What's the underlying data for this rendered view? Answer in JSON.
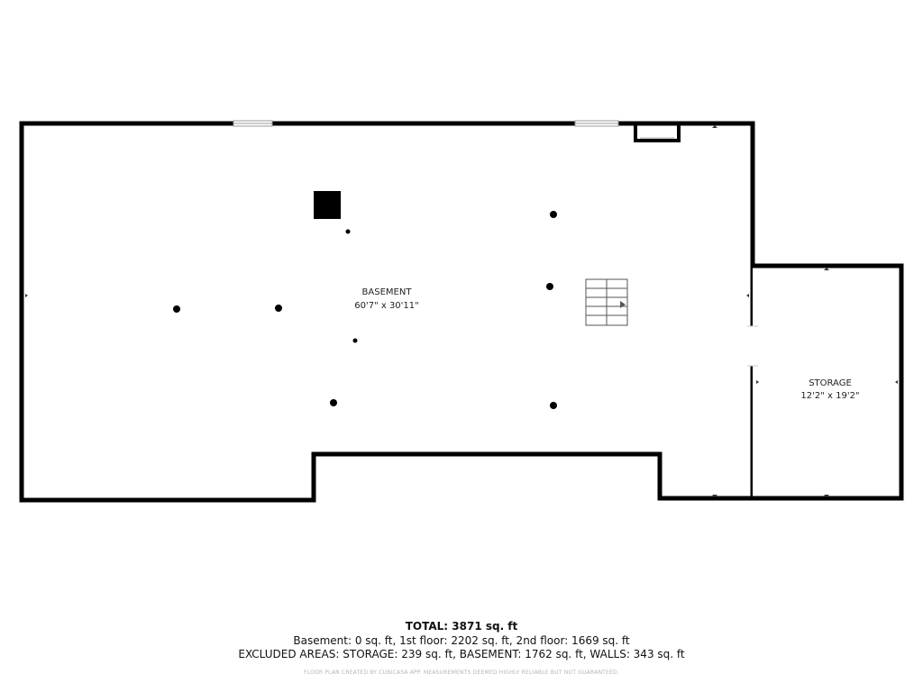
{
  "rooms": {
    "basement": {
      "name": "BASEMENT",
      "dimensions": "60'7\" x 30'11\""
    },
    "storage": {
      "name": "STORAGE",
      "dimensions": "12'2\" x 19'2\""
    }
  },
  "summary": {
    "total_label": "TOTAL:",
    "total_value": "3871 sq. ft",
    "floors_line": "Basement: 0 sq. ft, 1st floor: 2202 sq. ft, 2nd floor: 1669 sq. ft",
    "excluded_line": "EXCLUDED AREAS: STORAGE: 239 sq. ft, BASEMENT: 1762 sq. ft, WALLS: 343 sq. ft",
    "disclaimer": "FLOOR PLAN CREATED BY CUBICASA APP. MEASUREMENTS DEEMED HIGHLY RELIABLE BUT NOT GUARANTEED."
  },
  "colors": {
    "wall": "#000000",
    "background": "#ffffff",
    "window": "#cccccc"
  }
}
